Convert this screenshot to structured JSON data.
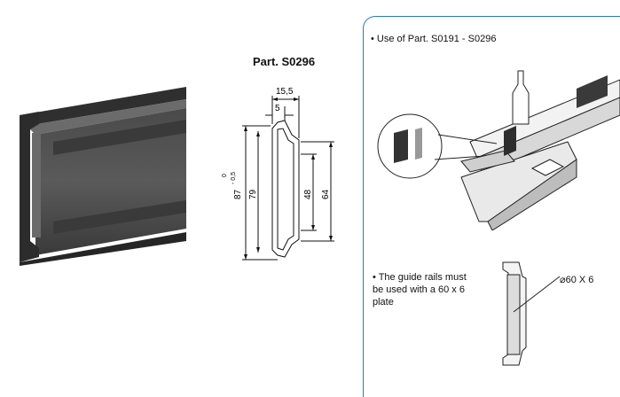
{
  "title": "Part. S0296",
  "dimensions": {
    "width_total": "15,5",
    "width_inner": "5",
    "height_total": "87",
    "tolerance_upper": "0",
    "tolerance_lower": "- 0,5",
    "height_mid": "79",
    "height_inner": "48",
    "height_channel": "64"
  },
  "use_note": "• Use of Part. S0191 - S0296",
  "guide_note": "• The guide rails must be used with a 60 x 6 plate",
  "plate_spec": "60 X 6",
  "colors": {
    "panel_border": "#2a7ab8",
    "profile_dark": "#3c3c3c",
    "profile_mid": "#555555"
  }
}
